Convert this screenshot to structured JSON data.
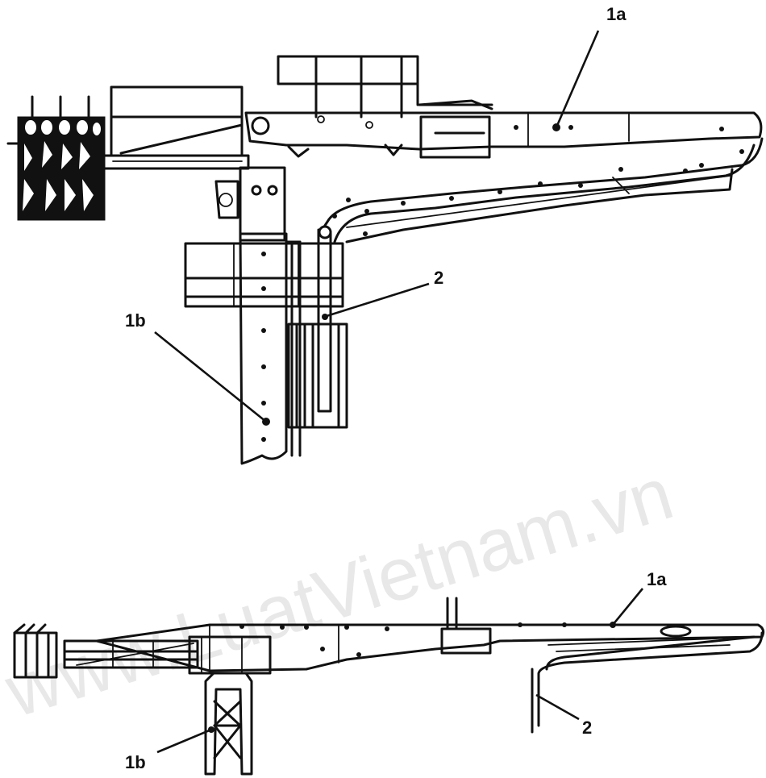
{
  "top_view": {
    "label_1a": "1a",
    "label_2": "2",
    "label_1b": "1b"
  },
  "bottom_view": {
    "label_1a": "1a",
    "label_2": "2",
    "label_1b": "1b"
  },
  "watermark": "www.LuatVietnam.vn"
}
